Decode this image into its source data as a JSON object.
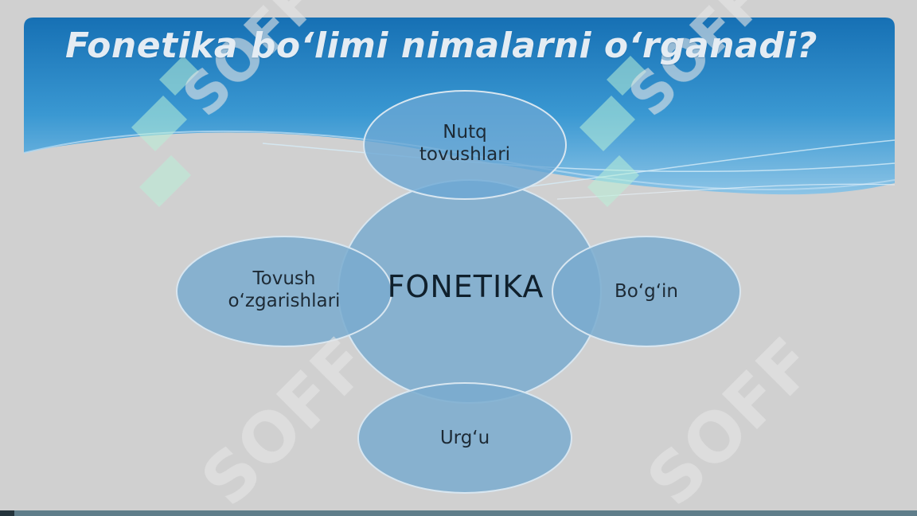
{
  "slide": {
    "title": "Fonetika bo‘limi nimalarni o‘rganadi?",
    "center": "FONETIKA",
    "nodes": {
      "top": [
        "Nutq",
        "tovushlari"
      ],
      "left": [
        "Tovush",
        "o‘zgarishlari"
      ],
      "right": [
        "Bo‘g‘in"
      ],
      "bottom": [
        "Urg‘u"
      ]
    },
    "watermark": "SOFF"
  },
  "colors": {
    "background": "#d0d0d0",
    "header_blue": "#1a78b8",
    "bubble_fill": "#7aabcf",
    "bubble_stroke": "#d8e6f0",
    "text_dark": "#1d2a35"
  }
}
